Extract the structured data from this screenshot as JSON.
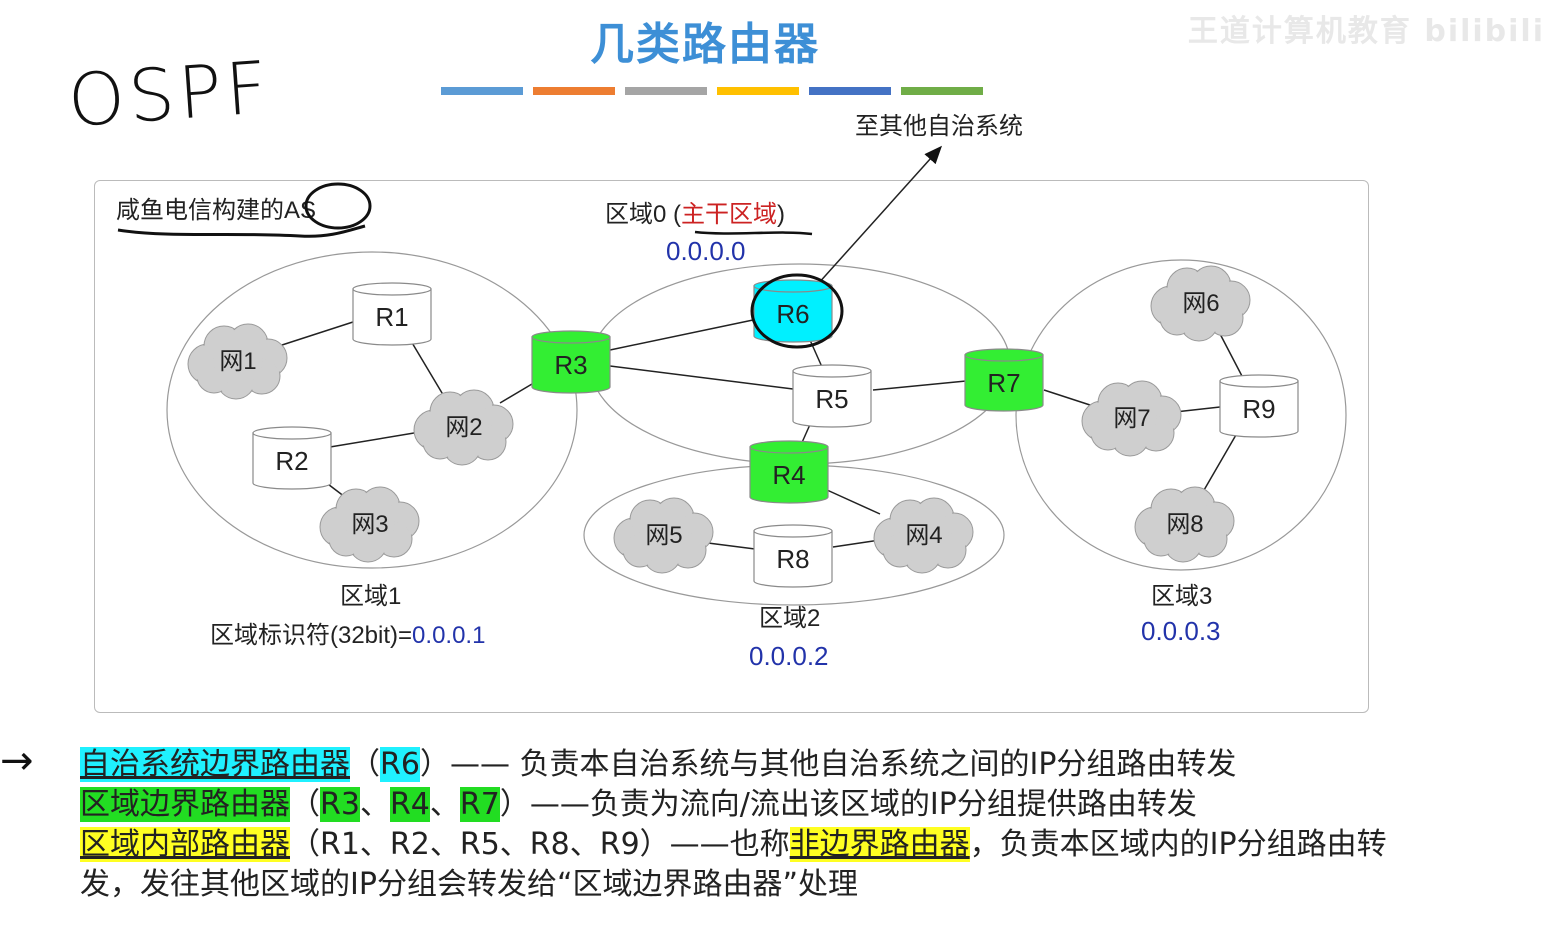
{
  "slide": {
    "title": "几类路由器",
    "handwritten_note": "OSPF",
    "watermark": "王道计算机教育 bilibili",
    "color_bars": [
      "#5b9bd5",
      "#ed7d31",
      "#a5a5a5",
      "#ffc000",
      "#4472c4",
      "#70ad47"
    ]
  },
  "diagram": {
    "as_label": "咸鱼电信构建的AS",
    "external_label": "至其他自治系统",
    "areas": {
      "area0": {
        "name": "区域0 (",
        "backbone": "主干区域",
        "close": ")",
        "id": "0.0.0.0"
      },
      "area1": {
        "name": "区域1",
        "id_label": "区域标识符(32bit)=",
        "id": "0.0.0.1"
      },
      "area2": {
        "name": "区域2",
        "id": "0.0.0.2"
      },
      "area3": {
        "name": "区域3",
        "id": "0.0.0.3"
      }
    },
    "routers": {
      "R1": "R1",
      "R2": "R2",
      "R3": "R3",
      "R4": "R4",
      "R5": "R5",
      "R6": "R6",
      "R7": "R7",
      "R8": "R8",
      "R9": "R9"
    },
    "networks": {
      "n1": "网1",
      "n2": "网2",
      "n3": "网3",
      "n4": "网4",
      "n5": "网5",
      "n6": "网6",
      "n7": "网7",
      "n8": "网8"
    },
    "colors": {
      "area_border_router": "#33ee33",
      "as_boundary_router": "#00f0ff",
      "internal_router": "#ffffff",
      "network_cloud": "#cfcfcf",
      "id_blue": "#2233aa",
      "backbone_red": "#cc2222"
    }
  },
  "descriptions": {
    "asbr": {
      "term": "自治系统边界路由器",
      "open": "（",
      "r6": "R6",
      "close": "）",
      "text": "—— 负责本自治系统与其他自治系统之间的IP分组路由转发"
    },
    "abr": {
      "term": "区域边界路由器",
      "open": "（",
      "r3": "R3",
      "sep1": "、",
      "r4": "R4",
      "sep2": "、",
      "r7": "R7",
      "close": "）",
      "text": "——负责为流向/流出该区域的IP分组提供路由转发"
    },
    "internal": {
      "term": "区域内部路由器",
      "list": "（R1、R2、R5、R8、R9）——也称",
      "alt": "非边界路由器",
      "text": "，负责本区域内的IP分组路由转",
      "text2": "发，发往其他区域的IP分组会转发给“区域边界路由器”处理"
    }
  }
}
